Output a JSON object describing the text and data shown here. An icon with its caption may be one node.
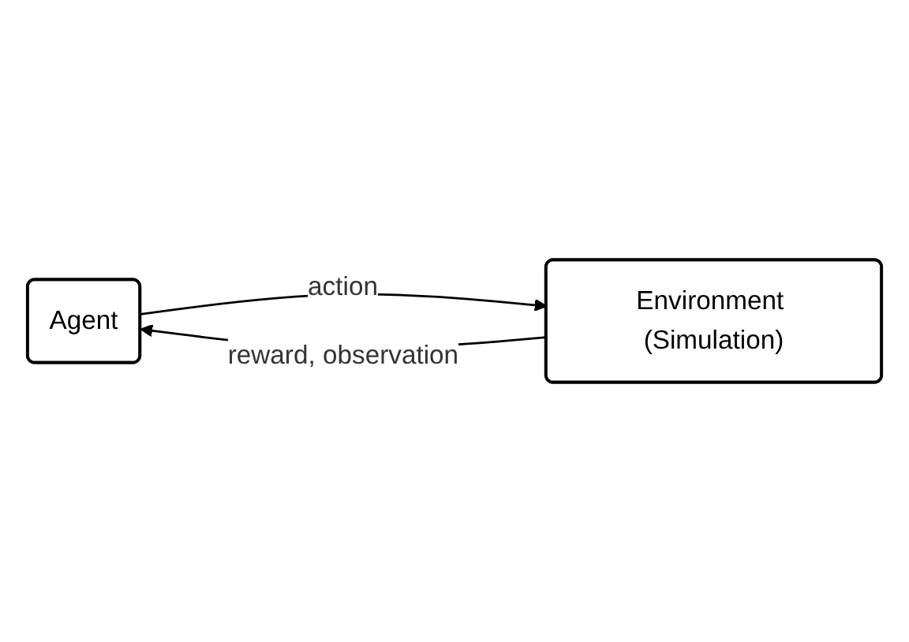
{
  "diagram": {
    "nodes": [
      {
        "text": [
          "Agent"
        ]
      },
      {
        "text": [
          "Environment (Simulation)"
        ]
      }
    ],
    "edges": [
      {
        "from": 0,
        "to": 1,
        "arrow": "to",
        "label": "action"
      },
      {
        "from": 1,
        "to": 0,
        "arrow": "to",
        "label": "reward, observation"
      }
    ]
  }
}
